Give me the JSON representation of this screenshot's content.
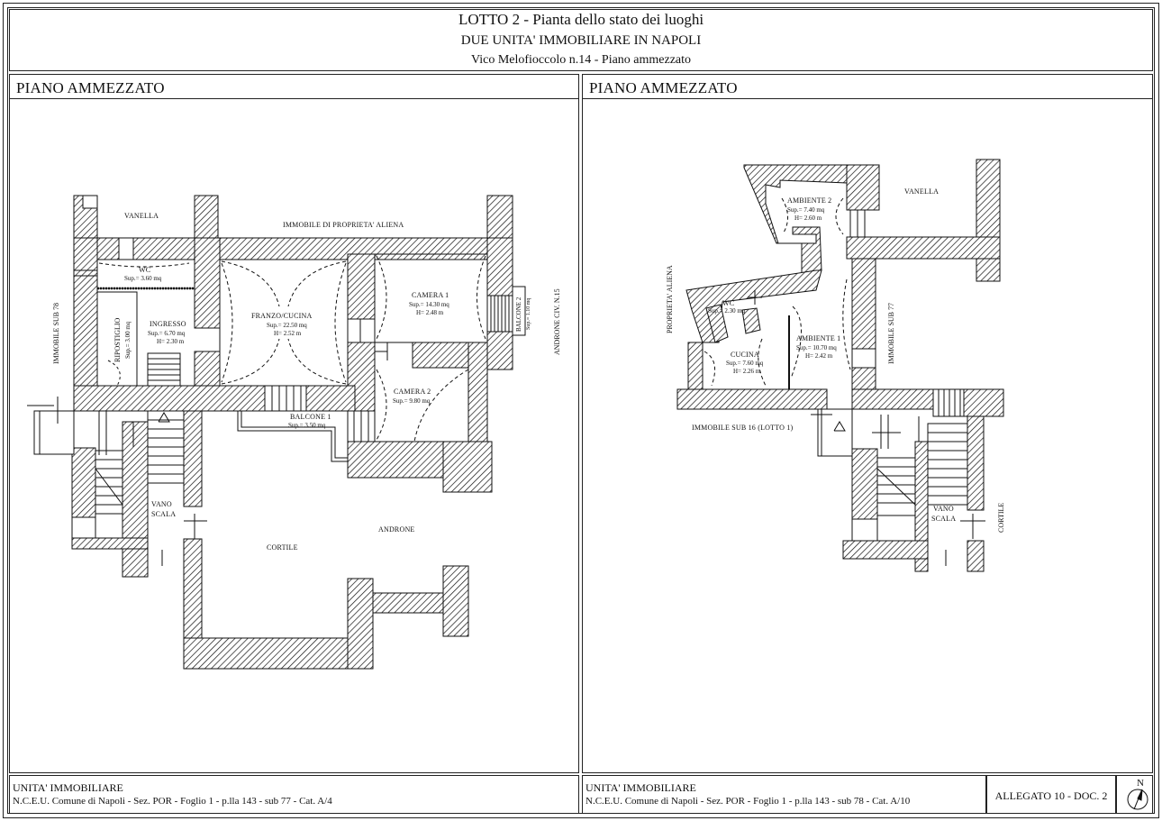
{
  "header": {
    "title": "LOTTO 2 - Pianta dello stato dei luoghi",
    "subtitle": "DUE UNITA' IMMOBILIARE IN NAPOLI",
    "address": "Vico Melofioccolo n.14 - Piano ammezzato"
  },
  "left_panel": {
    "title": "PIANO AMMEZZATO",
    "labels": {
      "vanella": "VANELLA",
      "proprieta_aliena": "IMMOBILE DI PROPRIETA' ALIENA",
      "wc": "WC",
      "wc_sup": "Sup.= 3.60 mq",
      "ripostiglio": "RIPOSTIGLIO",
      "ripostiglio_sup": "Sup.= 3.00 mq",
      "ingresso": "INGRESSO",
      "ingresso_sup": "Sup.= 6.70 mq",
      "ingresso_h": "H= 2.30 m",
      "franzo": "FRANZO/CUCINA",
      "franzo_sup": "Sup.= 22.50 mq",
      "franzo_h": "H= 2.52 m",
      "camera1": "CAMERA 1",
      "camera1_sup": "Sup.= 14.30 mq",
      "camera1_h": "H= 2.48 m",
      "camera2": "CAMERA 2",
      "camera2_sup": "Sup.= 9.80 mq",
      "balcone1": "BALCONE 1",
      "balcone1_sup": "Sup.= 3.50 mq",
      "balcone2": "BALCONE 2",
      "balcone2_sup": "Sup.= 1.10 mq",
      "immobile_sub78": "IMMOBILE SUB 78",
      "androne_civ": "ANDRONE CIV. N.15",
      "vano_scala_1": "VANO",
      "vano_scala_2": "SCALA",
      "cortile": "CORTILE",
      "androne": "ANDRONE"
    },
    "footer": {
      "line1": "UNITA' IMMOBILIARE",
      "line2": "N.C.E.U. Comune di Napoli - Sez. POR - Foglio 1 - p.lla 143 - sub 77 - Cat. A/4"
    }
  },
  "right_panel": {
    "title": "PIANO AMMEZZATO",
    "labels": {
      "vanella": "VANELLA",
      "ambiente2": "AMBIENTE 2",
      "ambiente2_sup": "Sup.= 7.40 mq",
      "ambiente2_h": "H= 2.60 m",
      "wc": "WC",
      "wc_sup": "Sup.= 2.30 mq",
      "cucina": "CUCINA",
      "cucina_sup": "Sup.= 7.60 mq",
      "cucina_h": "H= 2.26 m",
      "ambiente1": "AMBIENTE 1",
      "ambiente1_sup": "Sup.= 10.70 mq",
      "ambiente1_h": "H= 2.42 m",
      "proprieta_aliena": "PROPRIETA' ALIENA",
      "immobile_sub77": "IMMOBILE SUB 77",
      "immobile_sub16": "IMMOBILE SUB 16 (LOTTO 1)",
      "vano_scala_1": "VANO",
      "vano_scala_2": "SCALA",
      "cortile": "CORTILE"
    },
    "footer": {
      "line1": "UNITA' IMMOBILIARE",
      "line2": "N.C.E.U. Comune di Napoli - Sez. POR - Foglio 1 - p.lla 143 - sub 78 - Cat. A/10"
    }
  },
  "allegato": "ALLEGATO 10 - DOC. 2",
  "north_label": "N",
  "colors": {
    "ink": "#111111",
    "paper": "#ffffff"
  }
}
